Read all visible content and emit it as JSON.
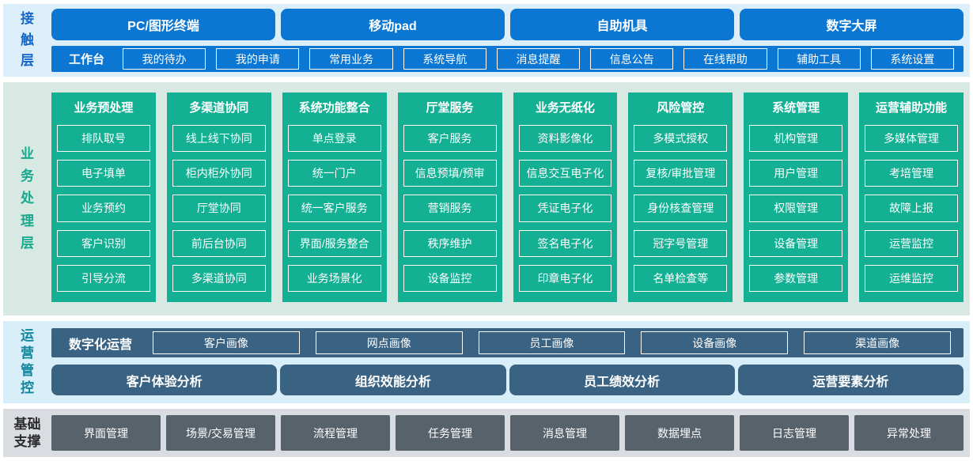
{
  "colors": {
    "contact_accent": "#0b77d3",
    "contact_bg": "#ddeefb",
    "contact_label": "#1566c9",
    "business_accent": "#13b093",
    "business_bg": "#d7e9e2",
    "business_label": "#16a98d",
    "operations_accent": "#3a6383",
    "operations_bg": "#d8eef9",
    "operations_label": "#12869c",
    "foundation_accent": "#58626b",
    "foundation_bg": "#d9dce0",
    "foundation_label": "#2b2b2b",
    "box_text": "#ffffff"
  },
  "layers": {
    "contact": {
      "label": "接触层",
      "devices": [
        "PC/图形终端",
        "移动pad",
        "自助机具",
        "数字大屏"
      ],
      "workbench": {
        "label": "工作台",
        "items": [
          "我的待办",
          "我的申请",
          "常用业务",
          "系统导航",
          "消息提醒",
          "信息公告",
          "在线帮助",
          "辅助工具",
          "系统设置"
        ]
      }
    },
    "business": {
      "label": "业务处理层",
      "columns": [
        {
          "title": "业务预处理",
          "items": [
            "排队取号",
            "电子填单",
            "业务预约",
            "客户识别",
            "引导分流"
          ]
        },
        {
          "title": "多渠道协同",
          "items": [
            "线上线下协同",
            "柜内柜外协同",
            "厅堂协同",
            "前后台协同",
            "多渠道协同"
          ]
        },
        {
          "title": "系统功能整合",
          "items": [
            "单点登录",
            "统一门户",
            "统一客户服务",
            "界面/服务整合",
            "业务场景化"
          ]
        },
        {
          "title": "厅堂服务",
          "items": [
            "客户服务",
            "信息预填/预审",
            "营销服务",
            "秩序维护",
            "设备监控"
          ]
        },
        {
          "title": "业务无纸化",
          "items": [
            "资料影像化",
            "信息交互电子化",
            "凭证电子化",
            "签名电子化",
            "印章电子化"
          ]
        },
        {
          "title": "风险管控",
          "items": [
            "多模式授权",
            "复核/审批管理",
            "身份核查管理",
            "冠字号管理",
            "名单检查等"
          ]
        },
        {
          "title": "系统管理",
          "items": [
            "机构管理",
            "用户管理",
            "权限管理",
            "设备管理",
            "参数管理"
          ]
        },
        {
          "title": "运营辅助功能",
          "items": [
            "多媒体管理",
            "考培管理",
            "故障上报",
            "运营监控",
            "运维监控"
          ]
        }
      ]
    },
    "operations": {
      "label": "运营管控",
      "digital_ops": {
        "label": "数字化运营",
        "items": [
          "客户画像",
          "网点画像",
          "员工画像",
          "设备画像",
          "渠道画像"
        ]
      },
      "analysis": [
        "客户体验分析",
        "组织效能分析",
        "员工绩效分析",
        "运营要素分析"
      ]
    },
    "foundation": {
      "label": "基础支撑",
      "items": [
        "界面管理",
        "场景/交易管理",
        "流程管理",
        "任务管理",
        "消息管理",
        "数据埋点",
        "日志管理",
        "异常处理"
      ]
    }
  }
}
